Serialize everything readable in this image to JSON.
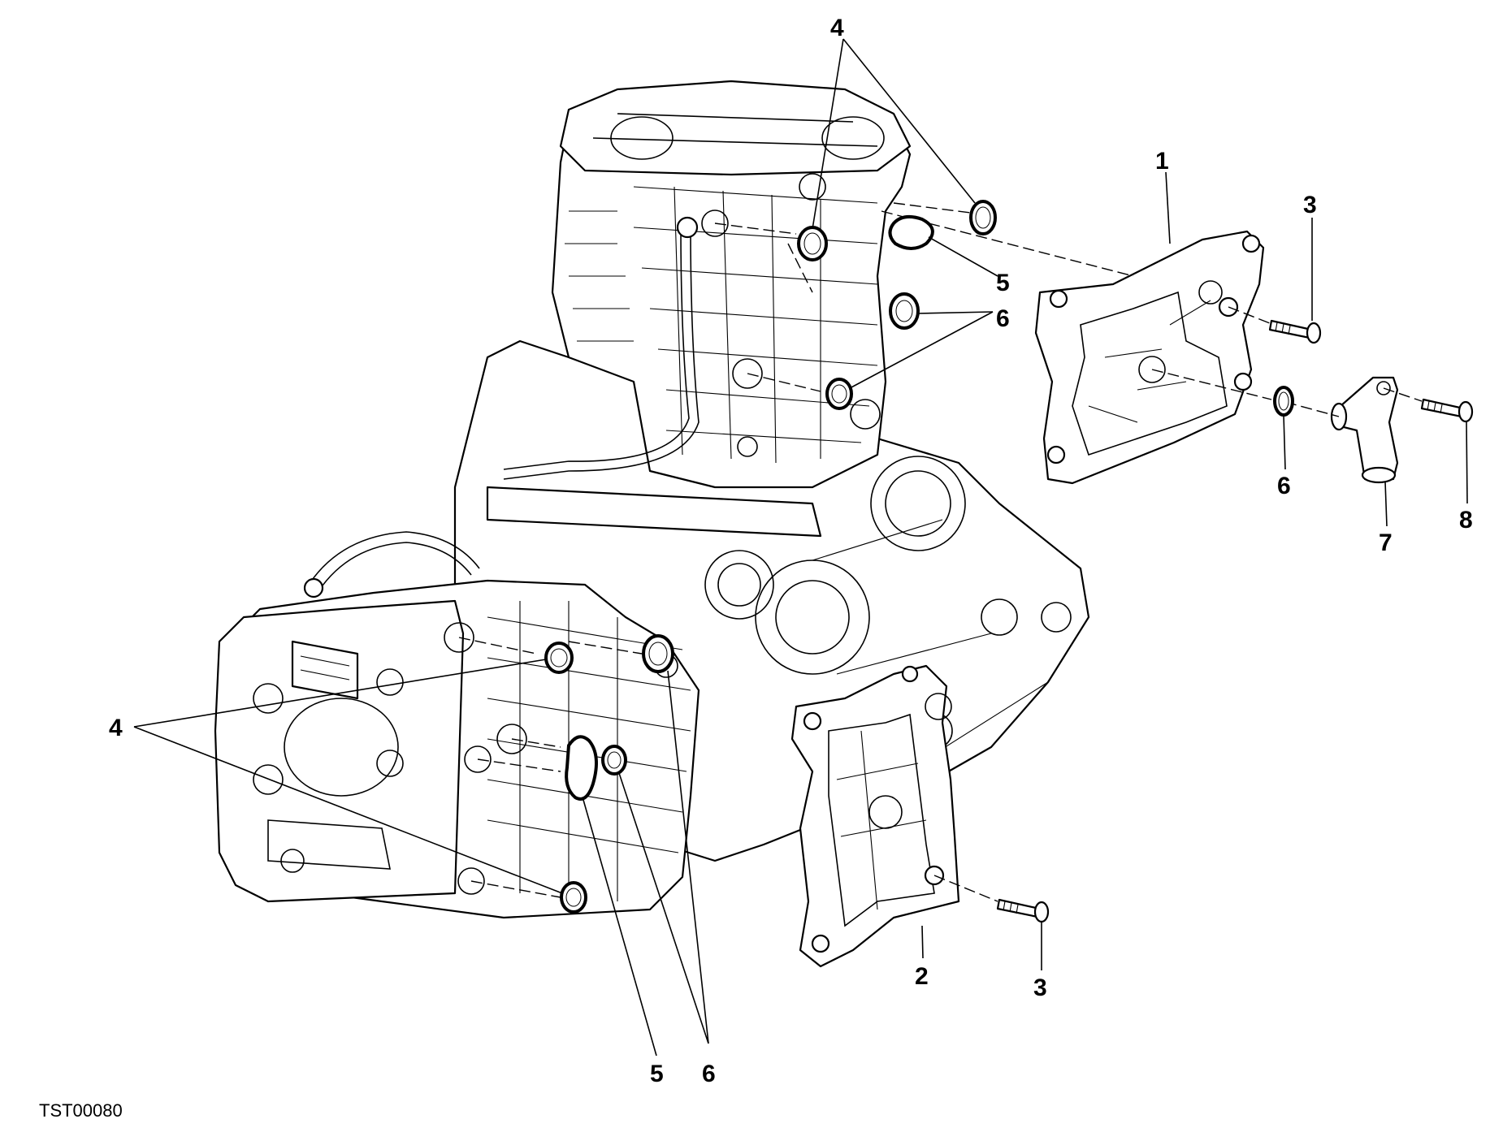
{
  "drawing_code": "TST00080",
  "callouts": [
    {
      "id": "c4-top",
      "text": "4"
    },
    {
      "id": "c1",
      "text": "1"
    },
    {
      "id": "c3-top",
      "text": "3"
    },
    {
      "id": "c5-top",
      "text": "5"
    },
    {
      "id": "c6-top",
      "text": "6"
    },
    {
      "id": "c6-right",
      "text": "6"
    },
    {
      "id": "c7",
      "text": "7"
    },
    {
      "id": "c8",
      "text": "8"
    },
    {
      "id": "c4-left",
      "text": "4"
    },
    {
      "id": "c2",
      "text": "2"
    },
    {
      "id": "c3-bottom",
      "text": "3"
    },
    {
      "id": "c5-bottom",
      "text": "5"
    },
    {
      "id": "c6-bottom",
      "text": "6"
    }
  ]
}
